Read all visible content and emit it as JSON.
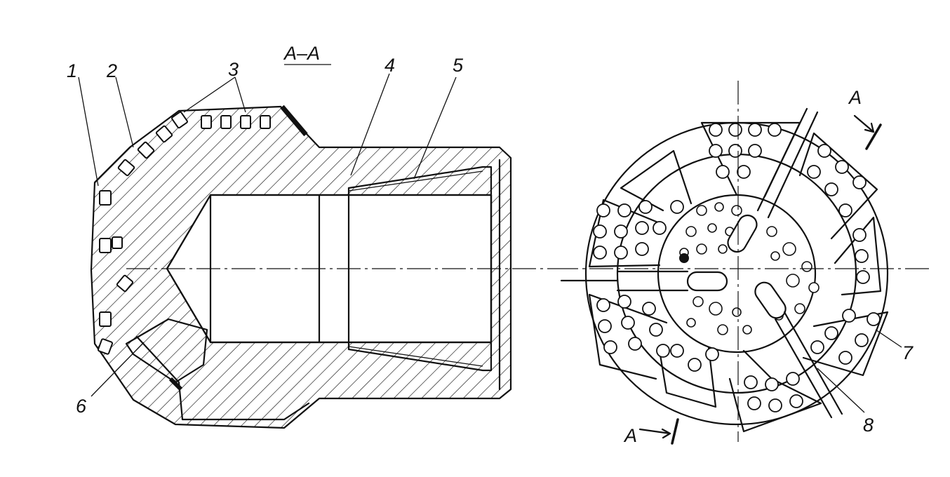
{
  "section_title": "A–A",
  "callouts": [
    "1",
    "2",
    "3",
    "4",
    "5",
    "6",
    "7",
    "8"
  ],
  "section_markers": [
    "A",
    "A"
  ],
  "colors": {
    "ink": "#111111",
    "paper": "#ffffff"
  }
}
